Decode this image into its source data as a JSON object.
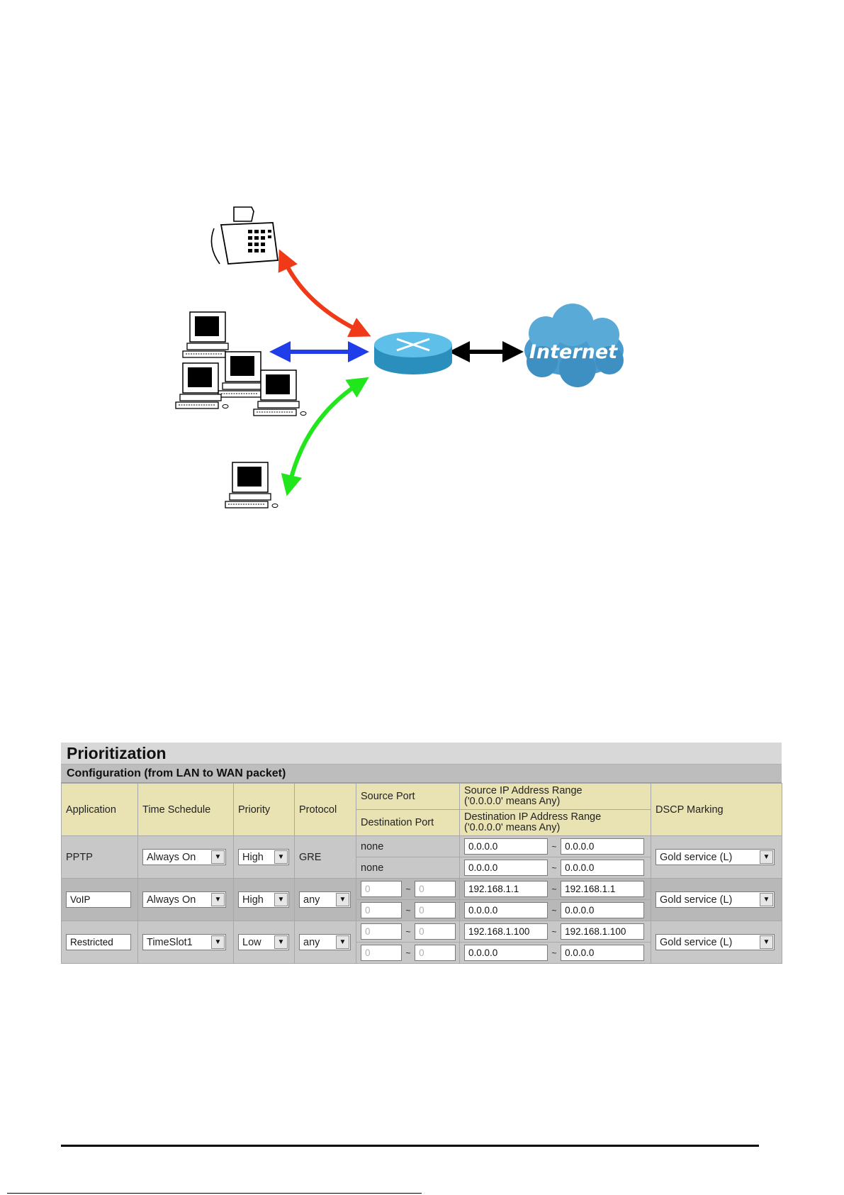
{
  "diagram": {
    "internet_label": "Internet"
  },
  "colors": {
    "voip_link": "#f03a17",
    "lan_link": "#1f3de8",
    "restricted_link": "#22e61c",
    "wan_link": "#000000",
    "router": "#3ea8d6",
    "cloud": "#4a9ccf"
  },
  "panel": {
    "title": "Prioritization",
    "subtitle": "Configuration (from LAN to WAN packet)",
    "headers": {
      "application": "Application",
      "time_schedule": "Time Schedule",
      "priority": "Priority",
      "protocol": "Protocol",
      "source_port": "Source Port",
      "destination_port": "Destination Port",
      "source_ip_line1": "Source IP Address Range",
      "source_ip_line2": "('0.0.0.0' means Any)",
      "dest_ip_line1": "Destination IP Address Range",
      "dest_ip_line2": "('0.0.0.0' means Any)",
      "dscp": "DSCP Marking"
    },
    "rows": [
      {
        "application": "PPTP",
        "time_schedule": "Always On",
        "priority": "High",
        "protocol": "GRE",
        "source_port": "none",
        "destination_port": "none",
        "src_ip_start": "0.0.0.0",
        "src_ip_end": "0.0.0.0",
        "dst_ip_start": "0.0.0.0",
        "dst_ip_end": "0.0.0.0",
        "dscp": "Gold service (L)"
      },
      {
        "application": "VoIP",
        "time_schedule": "Always On",
        "priority": "High",
        "protocol": "any",
        "src_port_start": "0",
        "src_port_end": "0",
        "dst_port_start": "0",
        "dst_port_end": "0",
        "src_ip_start": "192.168.1.1",
        "src_ip_end": "192.168.1.1",
        "dst_ip_start": "0.0.0.0",
        "dst_ip_end": "0.0.0.0",
        "dscp": "Gold service (L)"
      },
      {
        "application": "Restricted",
        "time_schedule": "TimeSlot1",
        "priority": "Low",
        "protocol": "any",
        "src_port_start": "0",
        "src_port_end": "0",
        "dst_port_start": "0",
        "dst_port_end": "0",
        "src_ip_start": "192.168.1.100",
        "src_ip_end": "192.168.1.100",
        "dst_ip_start": "0.0.0.0",
        "dst_ip_end": "0.0.0.0",
        "dscp": "Gold service (L)"
      }
    ],
    "tilde": "~",
    "dropdown_arrow": "▼"
  },
  "icons": {
    "phone": "telephone-icon",
    "computer": "computer-icon",
    "router": "router-icon",
    "cloud": "internet-cloud-icon"
  }
}
